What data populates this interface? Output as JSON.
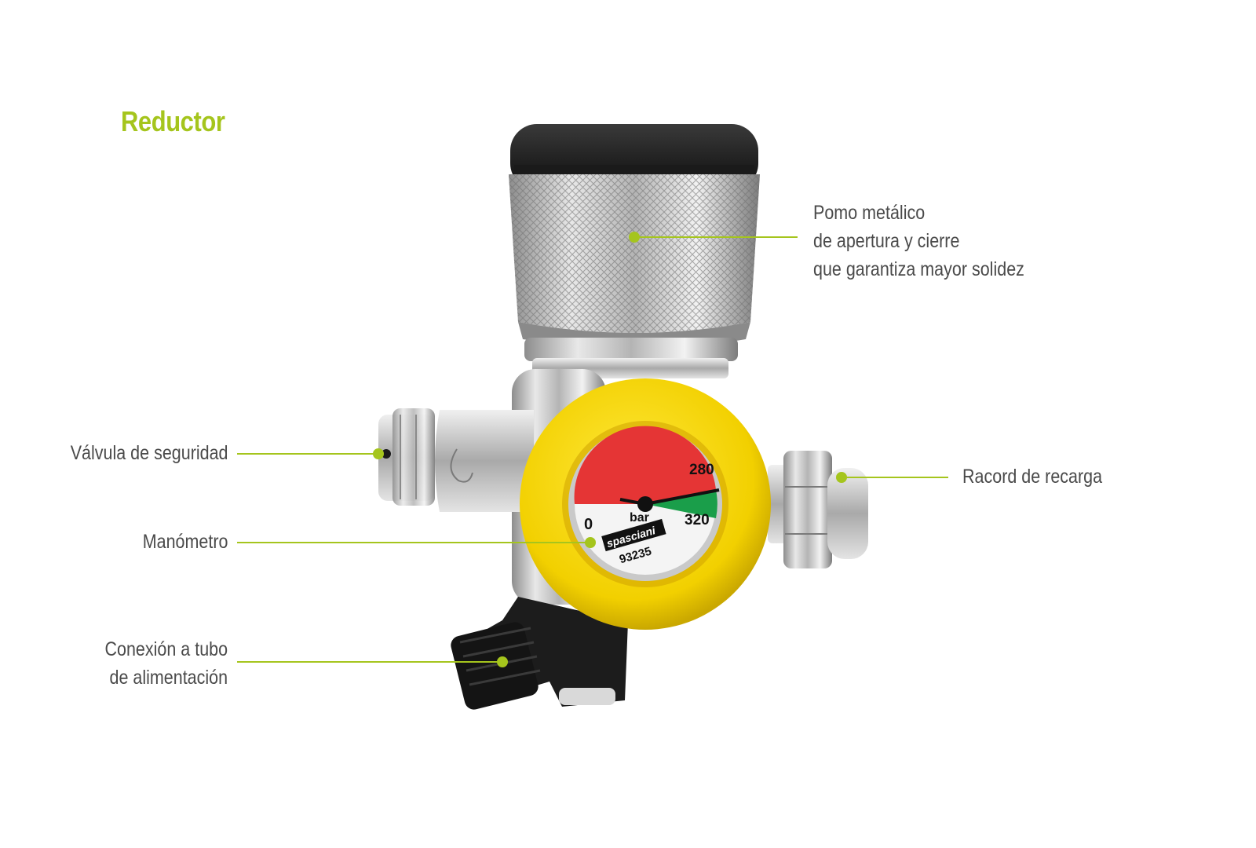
{
  "title": "Reductor",
  "accent_color": "#a5c51d",
  "callouts": {
    "pomo": [
      "Pomo metálico",
      "de apertura y cierre",
      "que garantiza mayor solidez"
    ],
    "valvula": [
      "Válvula de seguridad"
    ],
    "racord": [
      "Racord de recarga"
    ],
    "manometro": [
      "Manómetro"
    ],
    "conexion": [
      "Conexión a tubo",
      "de alimentación"
    ]
  },
  "gauge": {
    "scale_start": "0",
    "mark_280": "280",
    "mark_320": "320",
    "unit": "bar",
    "brand": "spasciani",
    "model": "93235"
  }
}
